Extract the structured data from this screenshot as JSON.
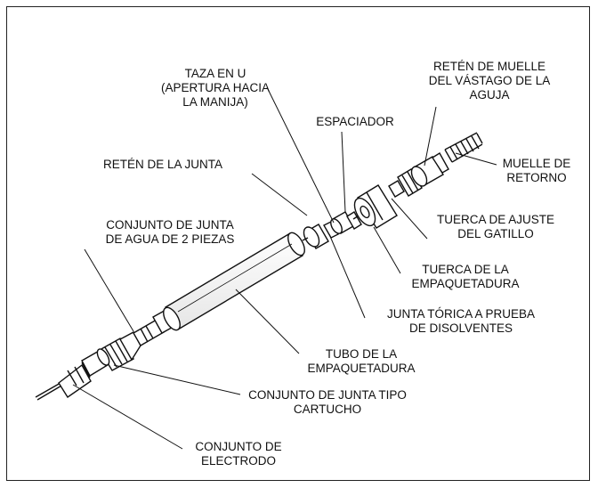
{
  "labels": {
    "taza": [
      "TAZA EN U",
      "(APERTURA HACIA",
      "LA MANIJA)"
    ],
    "reten_muelle": [
      "RETÉN DE MUELLE",
      "DEL VÁSTAGO DE LA",
      "AGUJA"
    ],
    "espaciador": [
      "ESPACIADOR"
    ],
    "reten_junta": [
      "RETÉN DE LA JUNTA"
    ],
    "muelle_retorno": [
      "MUELLE DE",
      "RETORNO"
    ],
    "conjunto_agua": [
      "CONJUNTO DE JUNTA",
      "DE AGUA DE 2 PIEZAS"
    ],
    "tuerca_ajuste": [
      "TUERCA DE AJUSTE",
      "DEL GATILLO"
    ],
    "tuerca_empaque": [
      "TUERCA DE LA",
      "EMPAQUETADURA"
    ],
    "junta_torica": [
      "JUNTA TÓRICA A PRUEBA",
      "DE DISOLVENTES"
    ],
    "tubo": [
      "TUBO DE LA",
      "EMPAQUETADURA"
    ],
    "cartucho": [
      "CONJUNTO DE JUNTA TIPO",
      "CARTUCHO"
    ],
    "electrodo": [
      "CONJUNTO DE",
      "ELECTRODO"
    ]
  }
}
